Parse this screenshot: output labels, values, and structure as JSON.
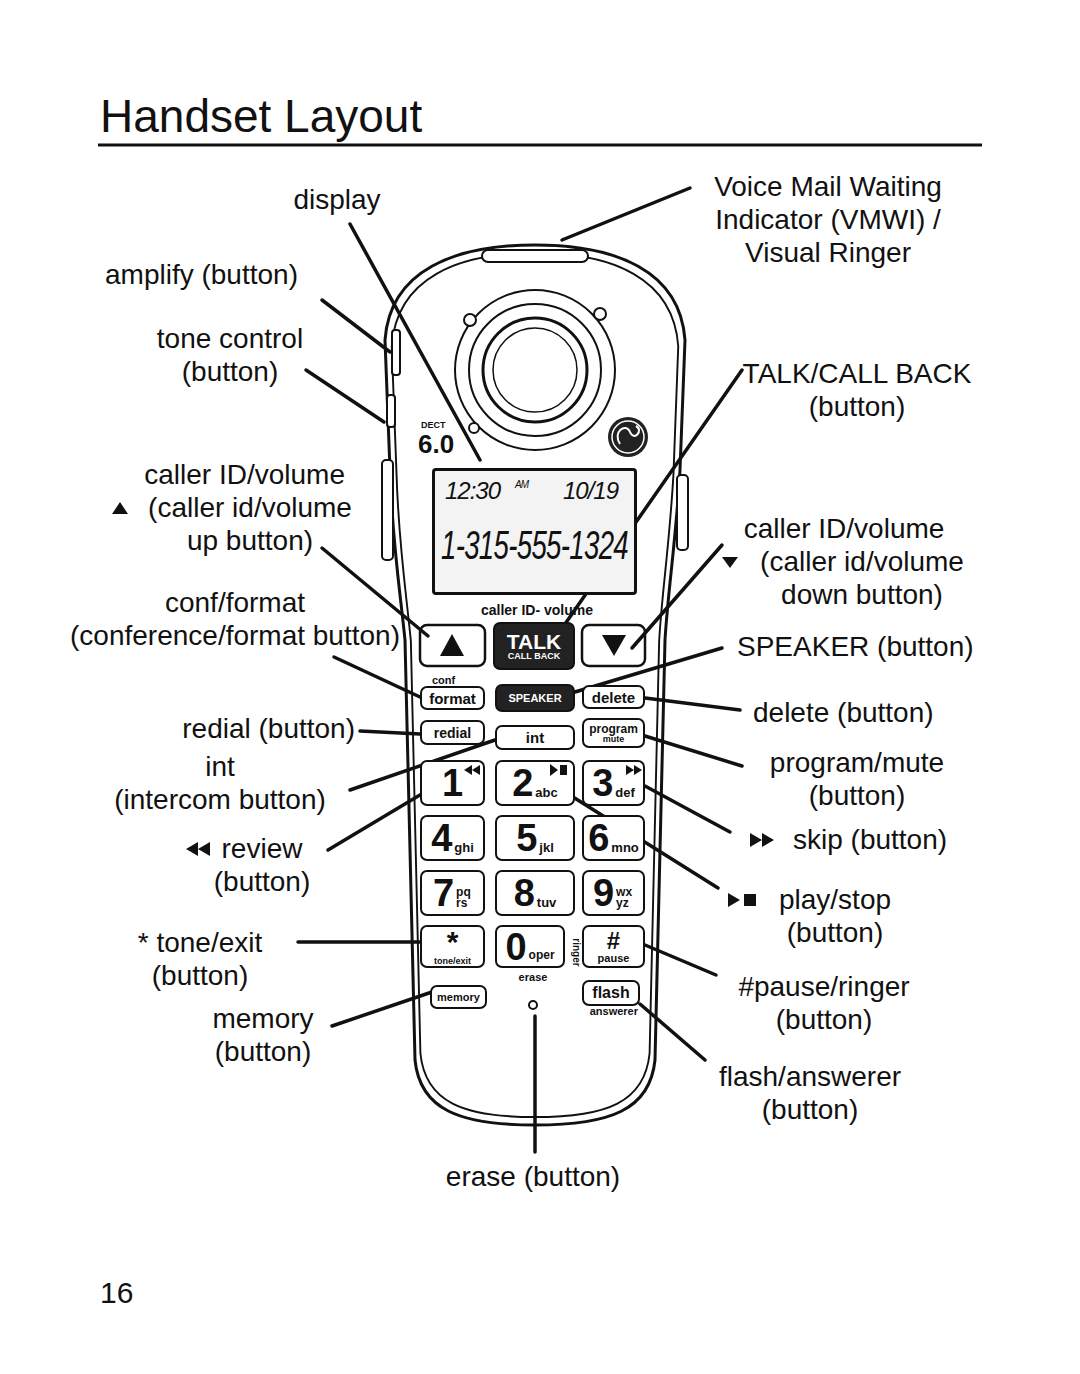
{
  "diagram": {
    "title": "Handset Layout",
    "nodes": [
      {
        "text": [
          "12:30",
          "AM",
          "10/19",
          "1-315-555-1324"
        ]
      },
      {
        "text": [
          "TALK",
          "CALL BACK"
        ]
      },
      {
        "text": [
          "conf",
          "format"
        ]
      },
      {
        "text": [
          "SPEAKER"
        ]
      },
      {
        "text": [
          "delete"
        ]
      },
      {
        "text": [
          "redial"
        ]
      },
      {
        "text": [
          "int"
        ]
      },
      {
        "text": [
          "program",
          "mute"
        ]
      },
      {
        "text": [
          "1"
        ]
      },
      {
        "text": [
          "2",
          "abc"
        ]
      },
      {
        "text": [
          "3",
          "def"
        ]
      },
      {
        "text": [
          "4",
          "ghi"
        ]
      },
      {
        "text": [
          "5",
          "jkl"
        ]
      },
      {
        "text": [
          "6",
          "mno"
        ]
      },
      {
        "text": [
          "7",
          "pq rs"
        ]
      },
      {
        "text": [
          "8",
          "tuv"
        ]
      },
      {
        "text": [
          "9",
          "wx yz"
        ]
      },
      {
        "text": [
          "*",
          "tone/exit"
        ]
      },
      {
        "text": [
          "0",
          "oper"
        ]
      },
      {
        "text": [
          "#",
          "pause"
        ]
      },
      {
        "text": [
          "memory"
        ]
      },
      {
        "text": [
          "flash",
          "answerer"
        ]
      }
    ],
    "labels": [
      "display",
      "amplify (button)",
      "tone control (button)",
      "caller ID/volume",
      "(caller id/volume up button)",
      "conf/format (conference/format button)",
      "redial (button)",
      "int (intercom button)",
      "review (button)",
      "* tone/exit (button)",
      "memory (button)",
      "Voice Mail Waiting Indicator (VMWI) / Visual Ringer",
      "TALK/CALL BACK (button)",
      "caller ID/volume",
      "(caller id/volume down button)",
      "SPEAKER (button)",
      "delete (button)",
      "program/mute (button)",
      "skip (button)",
      "play/stop (button)",
      "#pause/ringer (button)",
      "flash/answerer (button)",
      "erase (button)",
      "DECT",
      "6.0",
      "caller ID- volume",
      "erase",
      "ringer",
      "16"
    ]
  }
}
